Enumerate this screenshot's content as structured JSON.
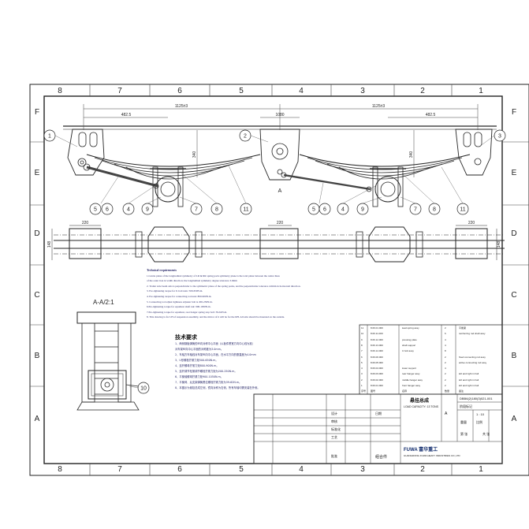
{
  "zones": {
    "columns": [
      "8",
      "7",
      "6",
      "5",
      "4",
      "3",
      "2",
      "1"
    ],
    "rows": [
      "F",
      "E",
      "D",
      "C",
      "B",
      "A"
    ]
  },
  "dimensions": {
    "top_left_span": "1125±3",
    "top_right_span": "1125±3",
    "left_hanger": "482.5",
    "right_hanger": "482.5",
    "center": "1080",
    "height_left": "340",
    "height_right": "340",
    "plan_left_width": "220",
    "plan_center_width": "220",
    "plan_right_width": "220",
    "plan_left_height": "148",
    "plan_right_height": "148"
  },
  "balloons": {
    "b1": "1",
    "b2": "2",
    "b3": "3",
    "b4": "4",
    "b5": "5",
    "b6": "6",
    "b7": "7",
    "b8": "8",
    "b9": "9",
    "b10": "10",
    "b11": "11"
  },
  "section_marker": "A",
  "section_label": "A-A/2:1",
  "notes_en": {
    "title": "Technical requirements",
    "items": [
      "1.Centre plane of the longitudinal symmetry of LR & RR spring pack symmetry plane is the total plane between the centre lines",
      "of the outer iron in width direction; the longitudinal symmetry degree tolerance 3.0mm",
      "2. Trailer axle beam axis is perpendicular to the symmetric plane of the spring packs, and the perpendicular tolerance 4.0mm in horizontal direction.",
      "3. Pre-tightening torque for U-bolt nuts: 500-650N.m.",
      "4. Pre-tightening torque for connecting rod nuts: 800-900N.m.",
      "5. Connecting rod adjust tightness adjuster bolt is 200-250N.m.",
      "6.Pre-tightening torque for equalizer shaft nut: 900-1050N.m.",
      "7.Pre-tightening torque for equalizer, rear hanger spring stop bolt: 39-62N.m.",
      "8. This drawing is for LH of suspension assembly, and the mirror of it will be for the RH. All axle should be mounted on the outside."
    ]
  },
  "notes_cn": {
    "title": "技术要求",
    "items": [
      "1、两侧钢板弹簧的纵向对称中心平面（以板件槽宽方向中心线为准）",
      "   对车架纵向中心平面的对称度为3.0mm。",
      "2、车轴方车轴线对车架纵向中心平面，在水平方向的垂直度为4.0mm",
      "3、U形螺栓拧紧力矩500-650N.m。",
      "4、连杆螺母拧紧力矩800-900N.m。",
      "5、连杆调节松紧调节螺栓拧紧力矩为200-250N.m。",
      "6、平衡轴螺母拧紧力矩900-1050N.m。",
      "7、平衡臂、后支架弹簧限位螺栓拧紧力矩为39-62N.m。",
      "8、本图示为悬挂总成左侧，镜向对称为右侧，所有车轴均需安装在外侧。"
    ]
  },
  "bom": {
    "rows": [
      {
        "no": "11",
        "code": "8.06.01.000",
        "name": "lead spring assy",
        "qty": "2",
        "note": "平衡梁"
      },
      {
        "no": "10",
        "code": "8.06.11.000",
        "name": "",
        "qty": "6",
        "note": "reinforcing rod shaft assy"
      },
      {
        "no": "9",
        "code": "8.06.12.000",
        "name": "pressing plate",
        "qty": "4",
        "note": ""
      },
      {
        "no": "8",
        "code": "8.06.13.000",
        "name": "shaft support",
        "qty": "4",
        "note": ""
      },
      {
        "no": "7",
        "code": "8.06.14.000",
        "name": "U bolt assy",
        "qty": "8",
        "note": ""
      },
      {
        "no": "6",
        "code": "8.06.06.000",
        "name": "",
        "qty": "2",
        "note": "fixed connecting rod assy"
      },
      {
        "no": "5",
        "code": "8.06.05.000",
        "name": "",
        "qty": "2",
        "note": "active connecting rod assy"
      },
      {
        "no": "4",
        "code": "8.06.04.000",
        "name": "lower support",
        "qty": "4",
        "note": ""
      },
      {
        "no": "3",
        "code": "8.06.03.000",
        "name": "rear hanger assy",
        "qty": "2",
        "note": "left and right in half"
      },
      {
        "no": "2",
        "code": "8.06.02.000",
        "name": "middle hanger assy",
        "qty": "2",
        "note": "left and right in half"
      },
      {
        "no": "1",
        "code": "8.06.01.000",
        "name": "front hanger assy",
        "qty": "2",
        "note": "left and right in half"
      }
    ],
    "header": {
      "no": "序号",
      "code": "图号",
      "name": "名称",
      "qty": "数量",
      "note": "备注"
    }
  },
  "title_block": {
    "product_name": "悬挂总成",
    "drawing_no": "DBB6(2)180(3)021-001",
    "capacity_label": "LOAD CAPACITY: 13 TONS",
    "sheet_info": "1 : 10",
    "company_name": "FUWA 富华重工",
    "company_en": "GUANGDONG FUWA HEAVY INDUSTRIES CO.,LTD",
    "designer_label": "设计",
    "checker_label": "审核",
    "approve_label": "批准",
    "standardize_label": "标准化",
    "process_label": "工艺",
    "date_label": "日期",
    "scale_label": "比例",
    "weight_label": "重量",
    "stage_label": "阶段标记",
    "sheet_label": "第 张",
    "total_label": "共 张",
    "assembly_label": "组合件",
    "extra_label": "A"
  },
  "colors": {
    "line": "#262626",
    "thin": "#555555",
    "border": "#1c1c1c"
  }
}
